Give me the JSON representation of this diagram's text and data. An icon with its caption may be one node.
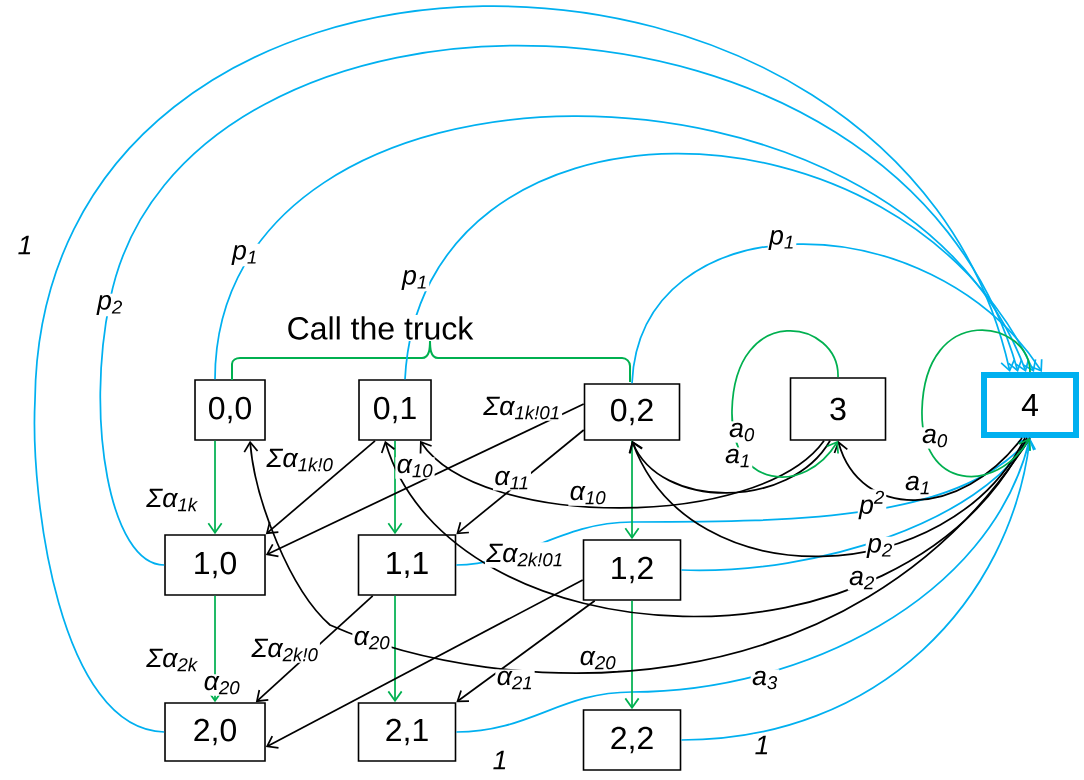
{
  "diagram": {
    "nodes": [
      {
        "text": [
          "0,0"
        ]
      },
      {
        "text": [
          "0,1"
        ]
      },
      {
        "text": [
          "0,2"
        ]
      },
      {
        "text": [
          "3"
        ]
      },
      {
        "text": [
          "4"
        ]
      },
      {
        "text": [
          "1,0"
        ]
      },
      {
        "text": [
          "1,1"
        ]
      },
      {
        "text": [
          "1,2"
        ]
      },
      {
        "text": [
          "2,0"
        ]
      },
      {
        "text": [
          "2,1"
        ]
      },
      {
        "text": [
          "2,2"
        ]
      }
    ],
    "edges": [
      {
        "from": 0,
        "to": 4,
        "arrow": "to",
        "label": "p$_{1}$",
        "color": "#00b0f0"
      },
      {
        "from": 1,
        "to": 4,
        "arrow": "to",
        "label": "p$_{1}$",
        "color": "#00b0f0"
      },
      {
        "from": 2,
        "to": 4,
        "arrow": "to",
        "label": "p$_{1}$",
        "color": "#00b0f0"
      },
      {
        "from": 5,
        "to": 4,
        "arrow": "to",
        "label": "p$_{2}$",
        "color": "#00b0f0"
      },
      {
        "from": 8,
        "to": 4,
        "arrow": "to",
        "label": "1",
        "color": "#00b0f0"
      },
      {
        "from": 6,
        "to": 4,
        "arrow": "to",
        "label": "p$^{2}$",
        "color": "#00b0f0"
      },
      {
        "from": 7,
        "to": 4,
        "arrow": "to",
        "label": "p$_{2}$",
        "color": "#00b0f0"
      },
      {
        "from": 9,
        "to": 4,
        "arrow": "to",
        "label": "a$_{3}$",
        "color": "#00b0f0"
      },
      {
        "from": 10,
        "to": 4,
        "arrow": "to",
        "label": "1",
        "color": "#00b0f0"
      },
      {
        "from": 0,
        "to": 5,
        "arrow": "to",
        "label": "Σα$_{1k}$",
        "color": "#00b050"
      },
      {
        "from": 5,
        "to": 8,
        "arrow": "to",
        "label": "Σα$_{2k}$",
        "color": "#00b050"
      },
      {
        "from": 1,
        "to": 6,
        "arrow": "to",
        "label": "α$_{10}$",
        "color": "#00b050"
      },
      {
        "from": 6,
        "to": 9,
        "arrow": "to",
        "label": "α$_{20}$",
        "color": "#00b050"
      },
      {
        "from": 2,
        "to": 7,
        "arrow": "to",
        "label": "α$_{10}$",
        "color": "#00b050"
      },
      {
        "from": 7,
        "to": 10,
        "arrow": "to",
        "label": "α$_{20}$",
        "color": "#00b050"
      },
      {
        "from": 1,
        "to": 5,
        "arrow": "to",
        "label": "Σα$_{1k!0}$"
      },
      {
        "from": 2,
        "to": 5,
        "arrow": "to",
        "label": "Σα$_{1k!01}$"
      },
      {
        "from": 2,
        "to": 6,
        "arrow": "to",
        "label": "α$_{11}$"
      },
      {
        "from": 6,
        "to": 8,
        "arrow": "to",
        "label": "Σα$_{2k!0}$"
      },
      {
        "from": 7,
        "to": 8,
        "arrow": "to",
        "label": "Σα$_{2k!01}$"
      },
      {
        "from": 7,
        "to": 9,
        "arrow": "to",
        "label": "α$_{21}$"
      },
      {
        "from": 3,
        "to": 2,
        "arrow": "to",
        "label": "a$_{1}$"
      },
      {
        "from": 4,
        "to": 2,
        "arrow": "to",
        "label": "a$_{2}$"
      },
      {
        "from": 3,
        "to": 1,
        "arrow": "to"
      },
      {
        "from": 4,
        "to": 1,
        "arrow": "to"
      },
      {
        "from": 4,
        "to": 0,
        "arrow": "to"
      },
      {
        "from": 4,
        "to": 3,
        "arrow": "to",
        "label": "a$_{1}$"
      },
      {
        "from": 3,
        "to": 3,
        "arrow": "to",
        "label": "a$_{0}$",
        "color": "#00b050"
      },
      {
        "from": 4,
        "to": 4,
        "arrow": "to",
        "label": "a$_{0}$",
        "color": "#00b050"
      }
    ],
    "labels": [
      "Call the truck",
      "α$_{20}$",
      "1"
    ]
  }
}
